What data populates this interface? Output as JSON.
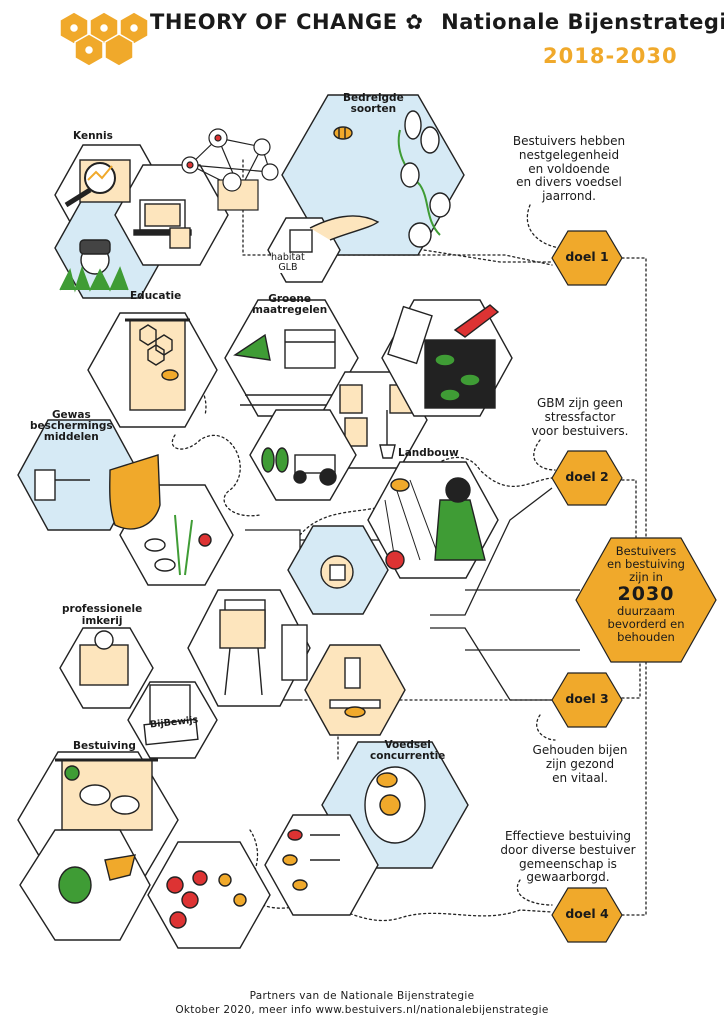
{
  "header": {
    "title_left": "THEORY OF CHANGE",
    "title_right": "Nationale Bijenstrategie",
    "years": "2018-2030",
    "accent": "#f0a92b",
    "sky": "#d6eaf5",
    "sand": "#fde5bd",
    "green": "#3f9c35"
  },
  "themes": {
    "kennis": "Kennis",
    "bedreigde": [
      "Bedreigde",
      "soorten"
    ],
    "habitat": [
      "habitat",
      "GLB"
    ],
    "educatie": "Educatie",
    "groene": [
      "Groene",
      "maatregelen"
    ],
    "gewas": [
      "Gewas",
      "beschermings",
      "middelen"
    ],
    "landbouw": "Landbouw",
    "imkerij": [
      "professionele",
      "imkerij"
    ],
    "bijbewijs": "BijBewijs",
    "bestuiving": "Bestuiving",
    "voedsel": [
      "Voedsel",
      "concurrentie"
    ]
  },
  "goals": [
    {
      "label": "doel 1",
      "text": [
        "Bestuivers hebben",
        "nestgelegenheid",
        "en voldoende",
        "en divers voedsel",
        "jaarrond."
      ]
    },
    {
      "label": "doel 2",
      "text": [
        "GBM zijn geen",
        "stressfactor",
        "voor bestuivers."
      ]
    },
    {
      "label": "doel 3",
      "text": [
        "Gehouden bijen",
        "zijn gezond",
        "en vitaal."
      ]
    },
    {
      "label": "doel 4",
      "text": [
        "Effectieve bestuiving",
        "door diverse bestuiver",
        "gemeenschap is",
        "gewaarborgd."
      ]
    }
  ],
  "center": {
    "line1": "Bestuivers",
    "line2": "en bestuiving",
    "line3": "zijn in",
    "year": "2030",
    "line4": "duurzaam",
    "line5": "bevorderd en",
    "line6": "behouden"
  },
  "footer": {
    "line1": "Partners van de Nationale Bijenstrategie",
    "line2": "Oktober 2020, meer info www.bestuivers.nl/nationalebijenstrategie"
  }
}
